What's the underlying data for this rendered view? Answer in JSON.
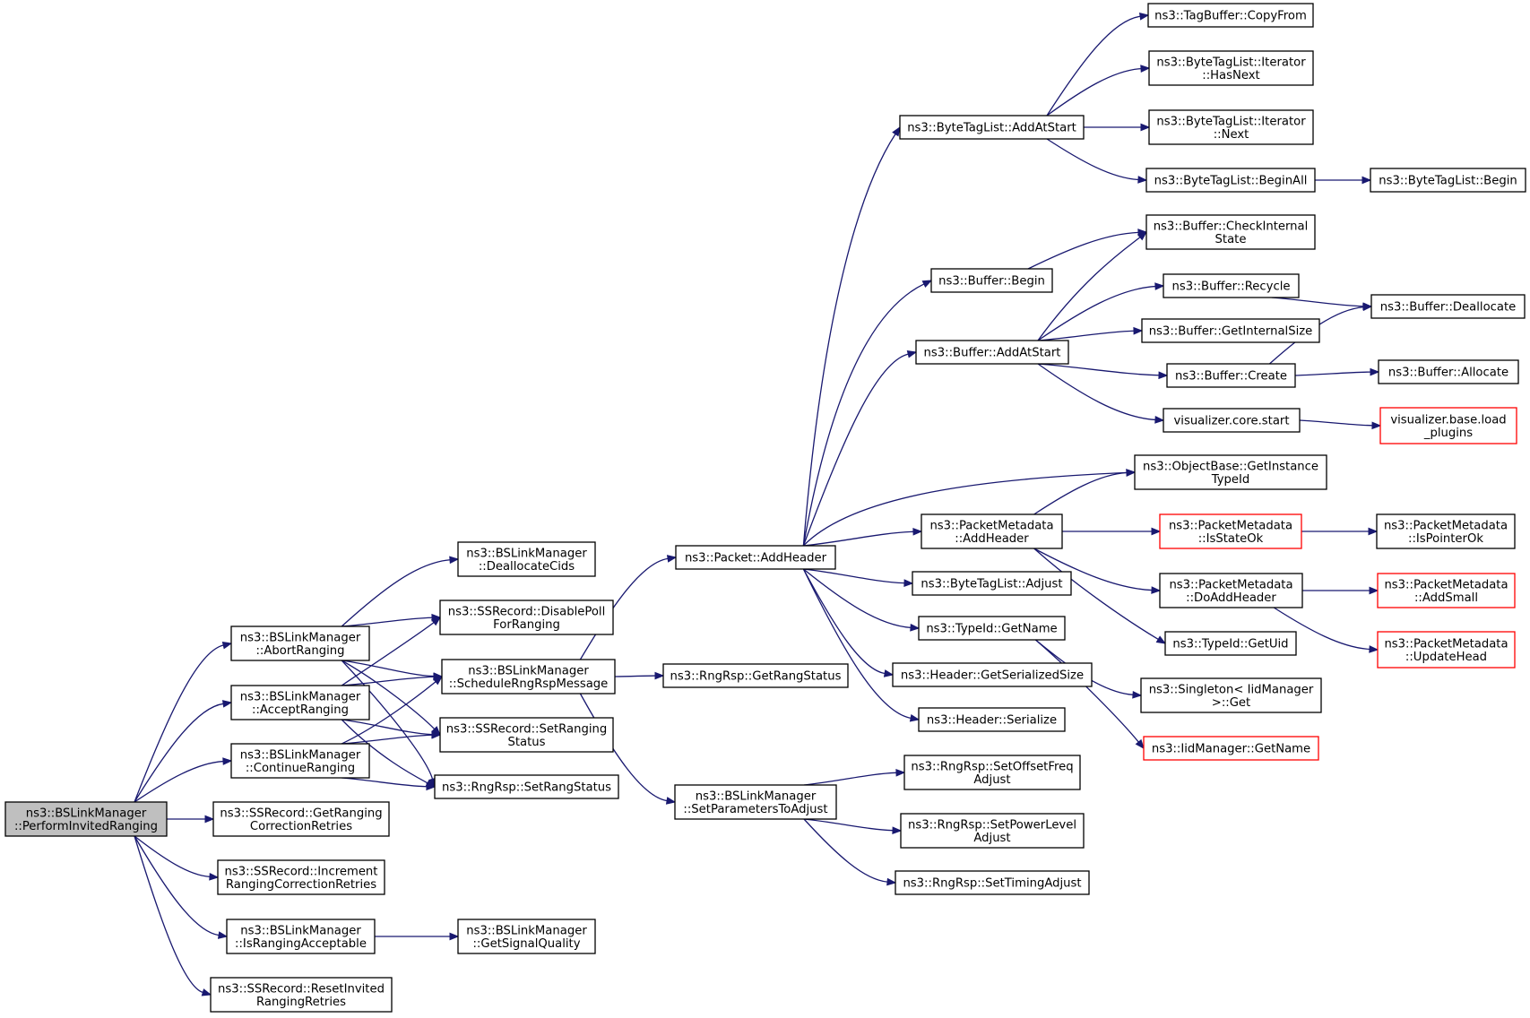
{
  "colors": {
    "edge": "#191970",
    "root_fill": "#bfbfbf",
    "truncated_border": "#ff0000",
    "node_border": "#000000"
  },
  "nodes": [
    {
      "id": "perform",
      "lines": [
        "ns3::BSLinkManager",
        "::PerformInvitedRanging"
      ],
      "root": true
    },
    {
      "id": "abort",
      "lines": [
        "ns3::BSLinkManager",
        "::AbortRanging"
      ]
    },
    {
      "id": "accept",
      "lines": [
        "ns3::BSLinkManager",
        "::AcceptRanging"
      ]
    },
    {
      "id": "continue",
      "lines": [
        "ns3::BSLinkManager",
        "::ContinueRanging"
      ]
    },
    {
      "id": "getcorr",
      "lines": [
        "ns3::SSRecord::GetRanging",
        "CorrectionRetries"
      ]
    },
    {
      "id": "inccorr",
      "lines": [
        "ns3::SSRecord::Increment",
        "RangingCorrectionRetries"
      ]
    },
    {
      "id": "isacc",
      "lines": [
        "ns3::BSLinkManager",
        "::IsRangingAcceptable"
      ]
    },
    {
      "id": "resetinv",
      "lines": [
        "ns3::SSRecord::ResetInvited",
        "RangingRetries"
      ]
    },
    {
      "id": "dealloccids",
      "lines": [
        "ns3::BSLinkManager",
        "::DeallocateCids"
      ]
    },
    {
      "id": "disablepoll",
      "lines": [
        "ns3::SSRecord::DisablePoll",
        "ForRanging"
      ]
    },
    {
      "id": "sched",
      "lines": [
        "ns3::BSLinkManager",
        "::ScheduleRngRspMessage"
      ]
    },
    {
      "id": "setrangingstatus",
      "lines": [
        "ns3::SSRecord::SetRanging",
        "Status"
      ]
    },
    {
      "id": "setrangstatus",
      "lines": [
        "ns3::RngRsp::SetRangStatus"
      ]
    },
    {
      "id": "getsignal",
      "lines": [
        "ns3::BSLinkManager",
        "::GetSignalQuality"
      ]
    },
    {
      "id": "addheader",
      "lines": [
        "ns3::Packet::AddHeader"
      ]
    },
    {
      "id": "getrangstatus",
      "lines": [
        "ns3::RngRsp::GetRangStatus"
      ]
    },
    {
      "id": "setparams",
      "lines": [
        "ns3::BSLinkManager",
        "::SetParametersToAdjust"
      ]
    },
    {
      "id": "btl_addatstart",
      "lines": [
        "ns3::ByteTagList::AddAtStart"
      ]
    },
    {
      "id": "buf_begin",
      "lines": [
        "ns3::Buffer::Begin"
      ]
    },
    {
      "id": "buf_addatstart",
      "lines": [
        "ns3::Buffer::AddAtStart"
      ]
    },
    {
      "id": "pm_addheader",
      "lines": [
        "ns3::PacketMetadata",
        "::AddHeader"
      ]
    },
    {
      "id": "btl_adjust",
      "lines": [
        "ns3::ByteTagList::Adjust"
      ]
    },
    {
      "id": "typeid_getname",
      "lines": [
        "ns3::TypeId::GetName"
      ]
    },
    {
      "id": "hdr_getsersize",
      "lines": [
        "ns3::Header::GetSerializedSize"
      ]
    },
    {
      "id": "hdr_serialize",
      "lines": [
        "ns3::Header::Serialize"
      ]
    },
    {
      "id": "setoffsetfreq",
      "lines": [
        "ns3::RngRsp::SetOffsetFreq",
        "Adjust"
      ]
    },
    {
      "id": "setpowerlevel",
      "lines": [
        "ns3::RngRsp::SetPowerLevel",
        "Adjust"
      ]
    },
    {
      "id": "settiming",
      "lines": [
        "ns3::RngRsp::SetTimingAdjust"
      ]
    },
    {
      "id": "tagbuf_copyfrom",
      "lines": [
        "ns3::TagBuffer::CopyFrom"
      ]
    },
    {
      "id": "btl_it_hasnext",
      "lines": [
        "ns3::ByteTagList::Iterator",
        "::HasNext"
      ]
    },
    {
      "id": "btl_it_next",
      "lines": [
        "ns3::ByteTagList::Iterator",
        "::Next"
      ]
    },
    {
      "id": "btl_beginall",
      "lines": [
        "ns3::ByteTagList::BeginAll"
      ]
    },
    {
      "id": "buf_checkinternal",
      "lines": [
        "ns3::Buffer::CheckInternal",
        "State"
      ]
    },
    {
      "id": "buf_recycle",
      "lines": [
        "ns3::Buffer::Recycle"
      ]
    },
    {
      "id": "buf_getinternalsize",
      "lines": [
        "ns3::Buffer::GetInternalSize"
      ]
    },
    {
      "id": "buf_create",
      "lines": [
        "ns3::Buffer::Create"
      ]
    },
    {
      "id": "vis_core_start",
      "lines": [
        "visualizer.core.start"
      ]
    },
    {
      "id": "objbase_getinstancetypeid",
      "lines": [
        "ns3::ObjectBase::GetInstance",
        "TypeId"
      ]
    },
    {
      "id": "pm_isstateok",
      "lines": [
        "ns3::PacketMetadata",
        "::IsStateOk"
      ],
      "truncated": true
    },
    {
      "id": "pm_doaddheader",
      "lines": [
        "ns3::PacketMetadata",
        "::DoAddHeader"
      ]
    },
    {
      "id": "typeid_getuid",
      "lines": [
        "ns3::TypeId::GetUid"
      ]
    },
    {
      "id": "singleton_get",
      "lines": [
        "ns3::Singleton< IidManager",
        " >::Get"
      ]
    },
    {
      "id": "iidmgr_getname",
      "lines": [
        "ns3::IidManager::GetName"
      ],
      "truncated": true
    },
    {
      "id": "btl_begin",
      "lines": [
        "ns3::ByteTagList::Begin"
      ]
    },
    {
      "id": "buf_deallocate",
      "lines": [
        "ns3::Buffer::Deallocate"
      ]
    },
    {
      "id": "buf_allocate",
      "lines": [
        "ns3::Buffer::Allocate"
      ]
    },
    {
      "id": "vis_base_loadplugins",
      "lines": [
        "visualizer.base.load",
        "_plugins"
      ],
      "truncated": true
    },
    {
      "id": "pm_ispointerok",
      "lines": [
        "ns3::PacketMetadata",
        "::IsPointerOk"
      ]
    },
    {
      "id": "pm_addsmall",
      "lines": [
        "ns3::PacketMetadata",
        "::AddSmall"
      ],
      "truncated": true
    },
    {
      "id": "pm_updatehead",
      "lines": [
        "ns3::PacketMetadata",
        "::UpdateHead"
      ],
      "truncated": true
    }
  ],
  "edges": [
    [
      "perform",
      "abort"
    ],
    [
      "perform",
      "accept"
    ],
    [
      "perform",
      "continue"
    ],
    [
      "perform",
      "getcorr"
    ],
    [
      "perform",
      "inccorr"
    ],
    [
      "perform",
      "isacc"
    ],
    [
      "perform",
      "resetinv"
    ],
    [
      "abort",
      "dealloccids"
    ],
    [
      "abort",
      "disablepoll"
    ],
    [
      "abort",
      "sched"
    ],
    [
      "abort",
      "setrangingstatus"
    ],
    [
      "abort",
      "setrangstatus"
    ],
    [
      "accept",
      "disablepoll"
    ],
    [
      "accept",
      "sched"
    ],
    [
      "accept",
      "setrangingstatus"
    ],
    [
      "accept",
      "setrangstatus"
    ],
    [
      "continue",
      "sched"
    ],
    [
      "continue",
      "setrangingstatus"
    ],
    [
      "continue",
      "setrangstatus"
    ],
    [
      "isacc",
      "getsignal"
    ],
    [
      "sched",
      "addheader"
    ],
    [
      "sched",
      "getrangstatus"
    ],
    [
      "sched",
      "setparams"
    ],
    [
      "addheader",
      "btl_addatstart"
    ],
    [
      "addheader",
      "buf_begin"
    ],
    [
      "addheader",
      "buf_addatstart"
    ],
    [
      "addheader",
      "objbase_getinstancetypeid"
    ],
    [
      "addheader",
      "pm_addheader"
    ],
    [
      "addheader",
      "btl_adjust"
    ],
    [
      "addheader",
      "typeid_getname"
    ],
    [
      "addheader",
      "hdr_getsersize"
    ],
    [
      "addheader",
      "hdr_serialize"
    ],
    [
      "setparams",
      "setoffsetfreq"
    ],
    [
      "setparams",
      "setpowerlevel"
    ],
    [
      "setparams",
      "settiming"
    ],
    [
      "btl_addatstart",
      "tagbuf_copyfrom"
    ],
    [
      "btl_addatstart",
      "btl_it_hasnext"
    ],
    [
      "btl_addatstart",
      "btl_it_next"
    ],
    [
      "btl_addatstart",
      "btl_beginall"
    ],
    [
      "btl_beginall",
      "btl_begin"
    ],
    [
      "buf_begin",
      "buf_checkinternal"
    ],
    [
      "buf_addatstart",
      "buf_checkinternal"
    ],
    [
      "buf_addatstart",
      "buf_recycle"
    ],
    [
      "buf_addatstart",
      "buf_getinternalsize"
    ],
    [
      "buf_addatstart",
      "buf_create"
    ],
    [
      "buf_addatstart",
      "vis_core_start"
    ],
    [
      "buf_recycle",
      "buf_deallocate"
    ],
    [
      "buf_create",
      "buf_deallocate"
    ],
    [
      "buf_create",
      "buf_allocate"
    ],
    [
      "vis_core_start",
      "vis_base_loadplugins"
    ],
    [
      "pm_addheader",
      "objbase_getinstancetypeid"
    ],
    [
      "pm_addheader",
      "pm_isstateok"
    ],
    [
      "pm_addheader",
      "pm_doaddheader"
    ],
    [
      "pm_addheader",
      "typeid_getuid"
    ],
    [
      "pm_isstateok",
      "pm_ispointerok"
    ],
    [
      "pm_doaddheader",
      "pm_addsmall"
    ],
    [
      "pm_doaddheader",
      "pm_updatehead"
    ],
    [
      "typeid_getname",
      "singleton_get"
    ],
    [
      "typeid_getname",
      "iidmgr_getname"
    ]
  ]
}
